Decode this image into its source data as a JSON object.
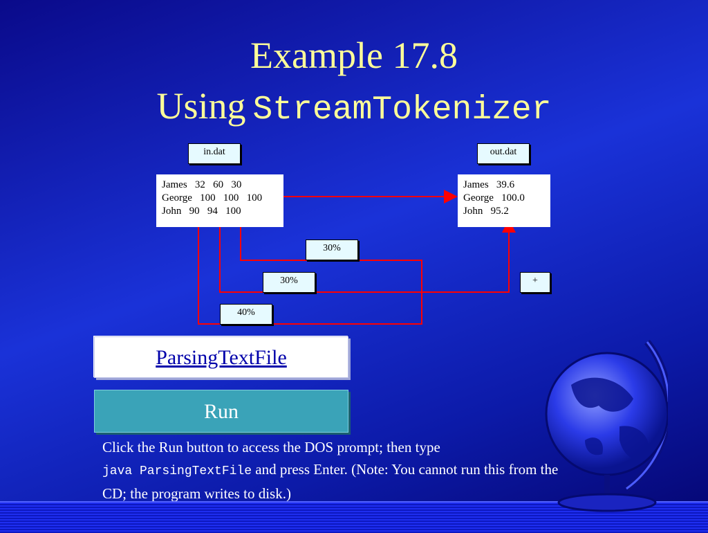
{
  "title": {
    "line1": "Example 17.8",
    "line2_prefix": "Using",
    "line2_code": "StreamTokenizer"
  },
  "diagram": {
    "input_file_label": "in.dat",
    "output_file_label": "out.dat",
    "input_lines": [
      "James   32   60   30",
      "George   100   100   100",
      "John   90   94   100"
    ],
    "output_lines": [
      "James   39.6",
      "George   100.0",
      "John   95.2"
    ],
    "weight_a": "30%",
    "weight_b": "30%",
    "weight_c": "40%",
    "sum_label": "+",
    "arrow_color": "#ff0000"
  },
  "buttons": {
    "link_label": "ParsingTextFile",
    "run_label": "Run"
  },
  "instructions": {
    "part1": "Click the Run button to access the DOS prompt; then type",
    "code": "java ParsingTextFile",
    "part2": " and press Enter. (Note: You cannot run this from the CD; the program writes to disk.)"
  },
  "colors": {
    "title": "#ffff99",
    "run_button": "#3aa3b8",
    "link_text": "#0000aa"
  },
  "icons": {
    "decoration": "globe-icon"
  }
}
